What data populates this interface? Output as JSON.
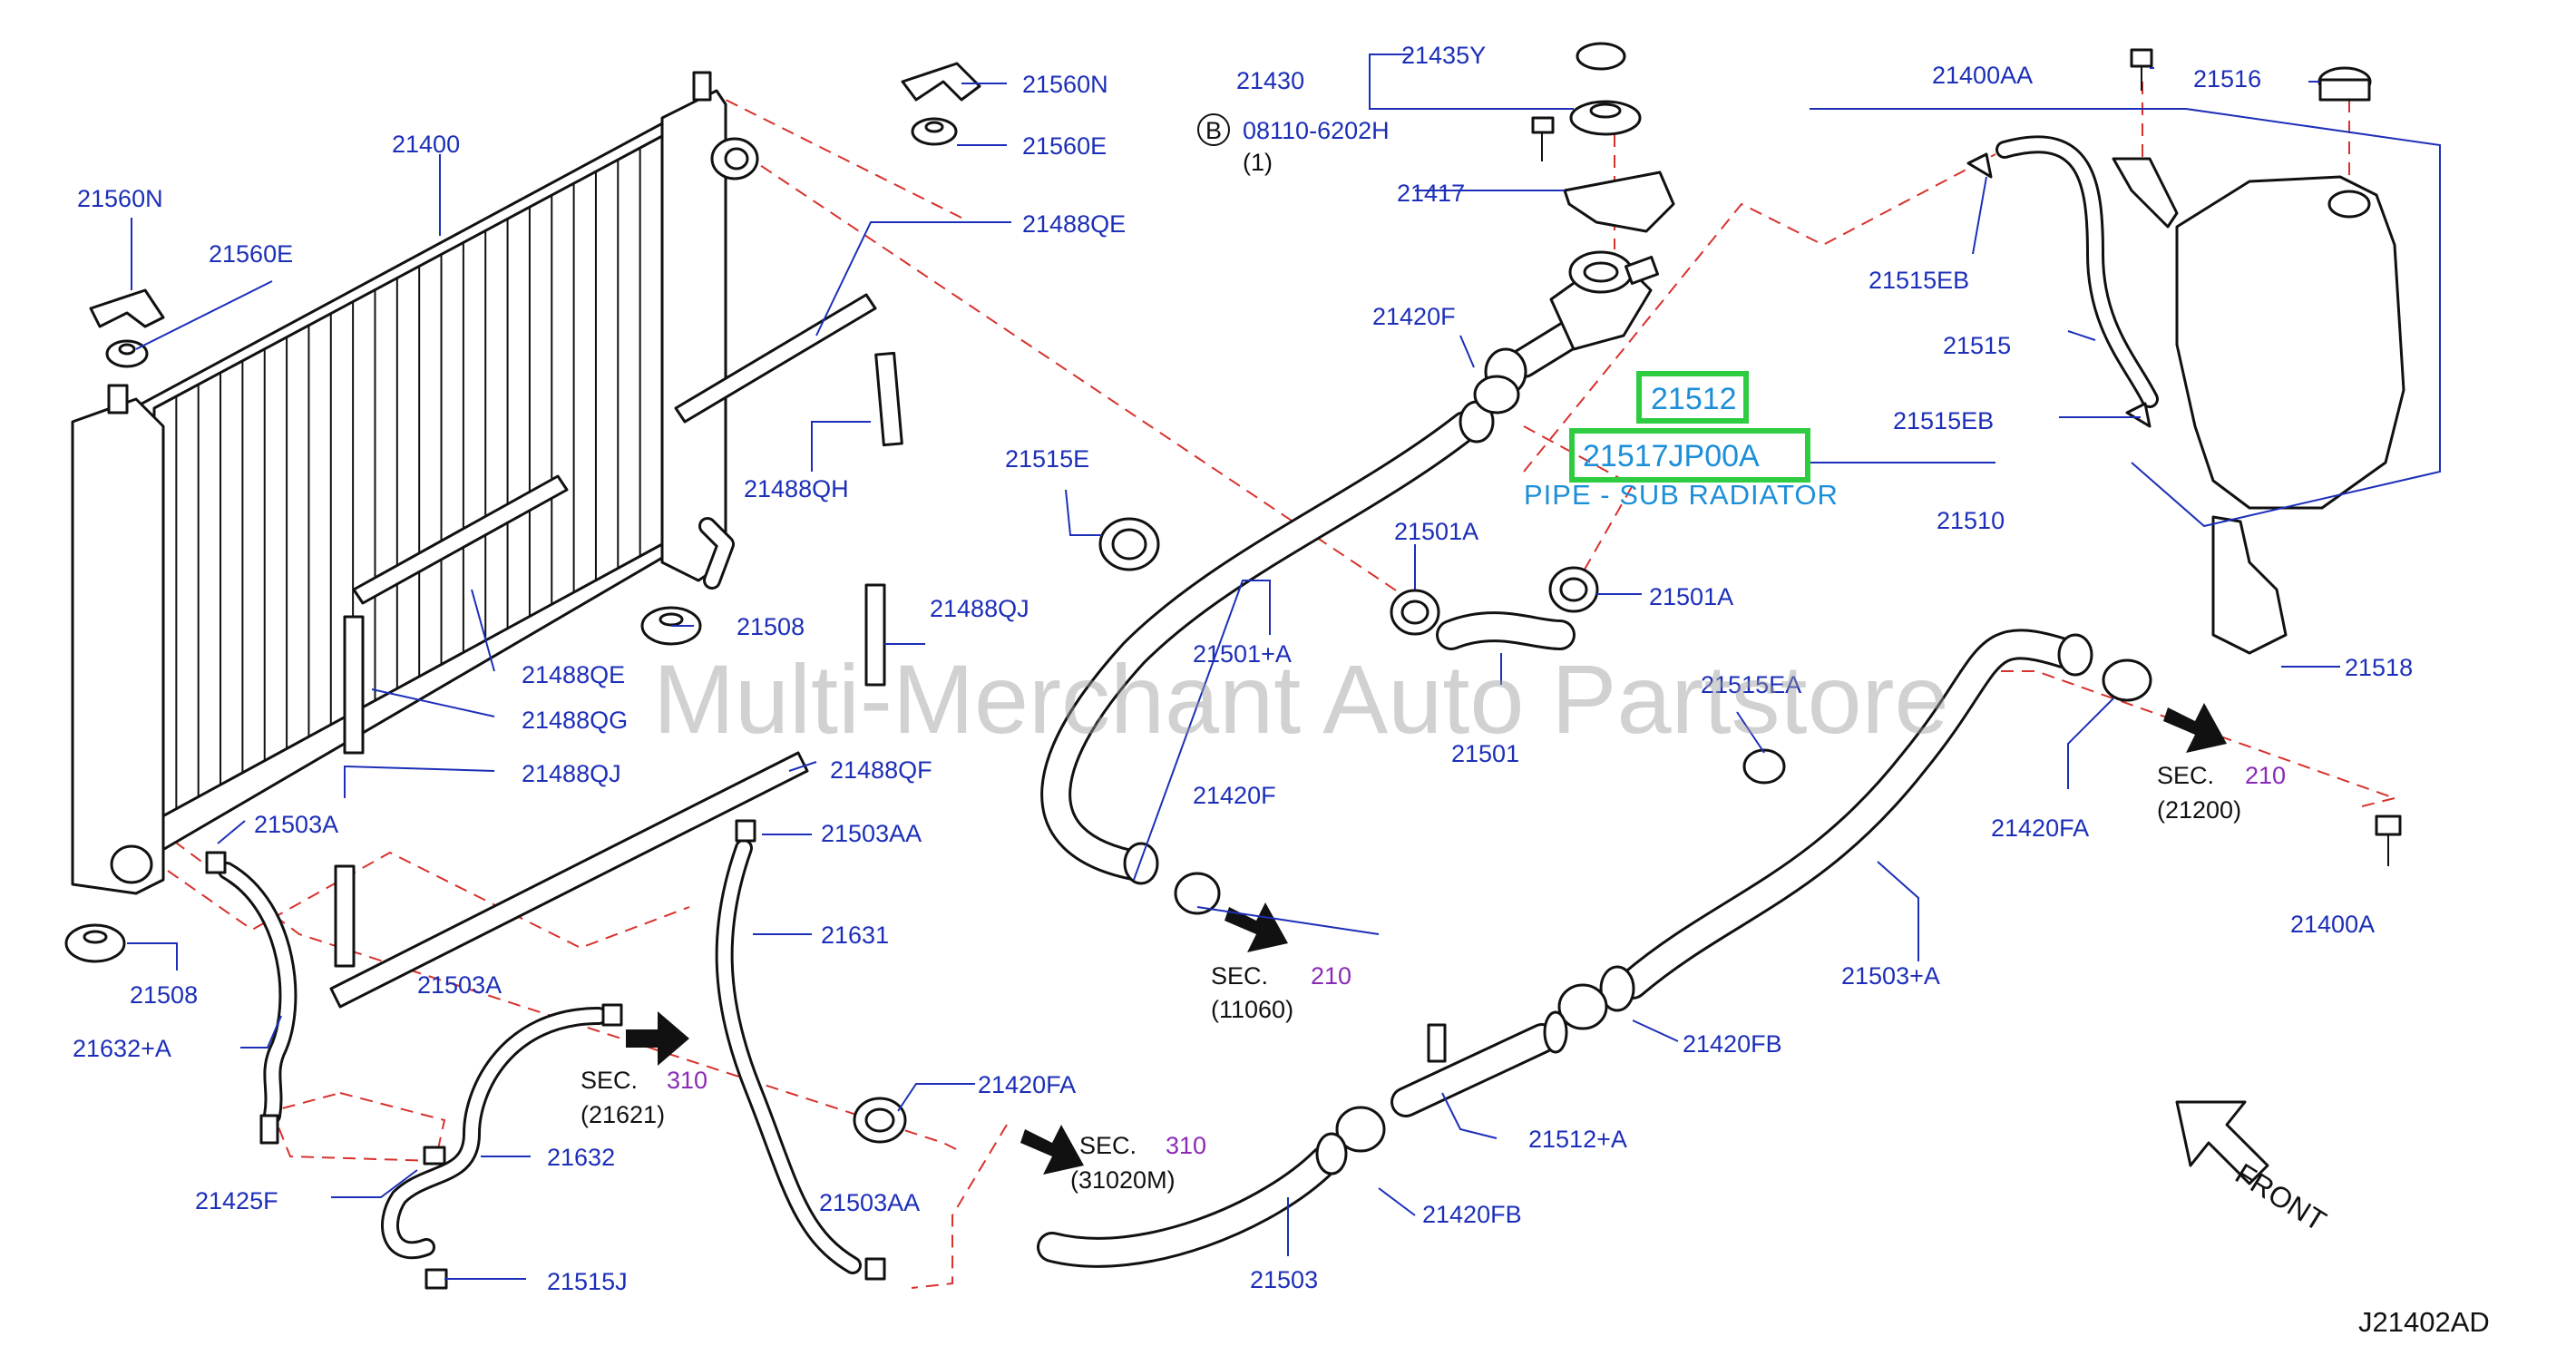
{
  "diagram_code": "J21402AD",
  "watermark": "Multi-Merchant Auto Partstore",
  "front_label": "FRONT",
  "bolt_marker": "B",
  "highlight": {
    "part_main": "21512",
    "part_pipe": "21517JP00A",
    "pipe_description": "PIPE - SUB RADIATOR"
  },
  "labels": {
    "p21400": "21400",
    "p21560N_top": "21560N",
    "p21560E_top": "21560E",
    "p21560N_left": "21560N",
    "p21560E_left": "21560E",
    "p21488QE_top": "21488QE",
    "p21488QH": "21488QH",
    "p21488QE_mid": "21488QE",
    "p21488QG": "21488QG",
    "p21488QJ_right": "21488QJ",
    "p21488QJ_left": "21488QJ",
    "p21488QF": "21488QF",
    "p21508_top": "21508",
    "p21508_bottom": "21508",
    "p21503A_top": "21503A",
    "p21503A_mid": "21503A",
    "p21503AA_top": "21503AA",
    "p21503AA_bottom": "21503AA",
    "p21632A": "21632+A",
    "p21632": "21632",
    "p21631": "21631",
    "p21425F": "21425F",
    "p21515J": "21515J",
    "p21420FA_bottom": "21420FA",
    "p21430": "21430",
    "p21435Y": "21435Y",
    "bolt_part": "08110-6202H",
    "bolt_qty": "(1)",
    "p21417": "21417",
    "p21420F_top": "21420F",
    "p21420F_bottom": "21420F",
    "p21515E": "21515E",
    "p21501A_left": "21501A",
    "p21501A_right": "21501A",
    "p21501A_hose": "21501+A",
    "p21501": "21501",
    "p21515EA": "21515EA",
    "p21400AA": "21400AA",
    "p21516": "21516",
    "p21515EB_top": "21515EB",
    "p21515": "21515",
    "p21515EB_bottom": "21515EB",
    "p21510": "21510",
    "p21518": "21518",
    "p21420FA_right": "21420FA",
    "p21400A": "21400A",
    "p21503A_hose": "21503+A",
    "p21420FB_right": "21420FB",
    "p21512A": "21512+A",
    "p21420FB_bottom": "21420FB",
    "p21503": "21503"
  },
  "sections": [
    {
      "word": "SEC.",
      "num": "210",
      "code": "(11060)"
    },
    {
      "word": "SEC.",
      "num": "210",
      "code": "(21200)"
    },
    {
      "word": "SEC.",
      "num": "310",
      "code": "(21621)"
    },
    {
      "word": "SEC.",
      "num": "310",
      "code": "(31020M)"
    }
  ],
  "colors": {
    "label": "#1c2fb8",
    "dashed_guide": "#d8312c",
    "highlight_box": "#2ecc40",
    "highlight_text": "#1d8fd8",
    "section_number": "#8a2bb5"
  }
}
